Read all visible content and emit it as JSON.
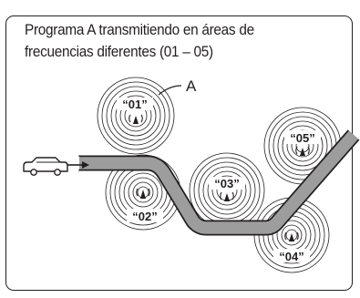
{
  "caption": "Programa A transmitiendo en áreas de frecuencias diferentes (01 – 05)",
  "program_label": "A",
  "stations": [
    {
      "id": "01",
      "label": "“01”"
    },
    {
      "id": "02",
      "label": "“02”"
    },
    {
      "id": "03",
      "label": "“03”"
    },
    {
      "id": "04",
      "label": "“04”"
    },
    {
      "id": "05",
      "label": "“05”"
    }
  ],
  "icons": [
    "car-icon",
    "antenna-icon"
  ],
  "colors": {
    "line": "#231f20",
    "road_fill": "#9d9d9d",
    "background": "#ffffff"
  }
}
